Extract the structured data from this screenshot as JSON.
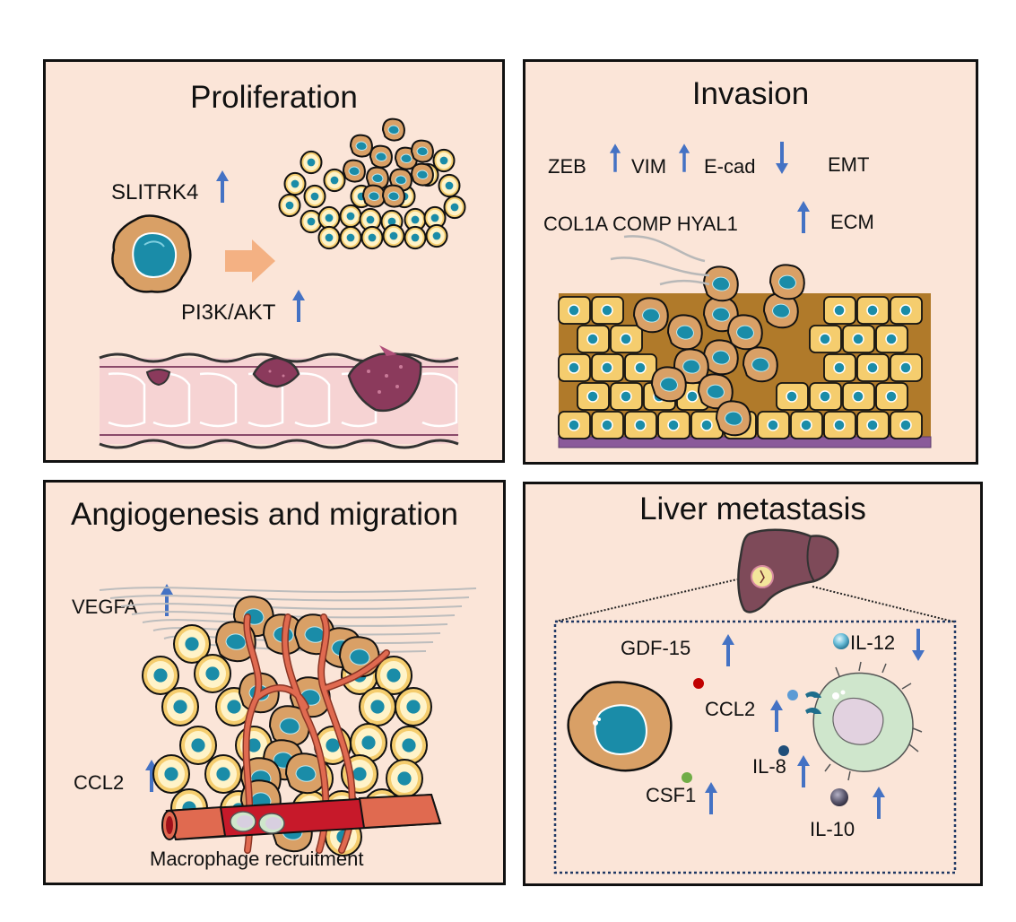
{
  "colors": {
    "panel_bg": "#fbe5d8",
    "border": "#111111",
    "arrow_blue": "#4472c4",
    "cancer_cell_body": "#d9a066",
    "nucleus": "#1a8ca8",
    "epithelial_cell": "#f5cd6e",
    "vessel": "#d9604a",
    "liver": "#7e4a59",
    "macrophage": "#cfe6cc"
  },
  "panels": {
    "proliferation": {
      "title": "Proliferation",
      "labels": [
        {
          "text": "SLITRK4",
          "direction": "up"
        },
        {
          "text": "PI3K/AKT",
          "direction": "up"
        }
      ],
      "illustrations": [
        "single-cancer-cell",
        "progression-arrow",
        "cell-cluster",
        "colon-polyp-progression"
      ]
    },
    "invasion": {
      "title": "Invasion",
      "rows": [
        {
          "items": [
            {
              "text": "ZEB",
              "direction": "up"
            },
            {
              "text": "VIM",
              "direction": "up"
            },
            {
              "text": "E-cad",
              "direction": "down"
            }
          ],
          "category": "EMT"
        },
        {
          "items": [
            {
              "text": "COL1A COMP HYAL1",
              "direction": "up"
            }
          ],
          "category": "ECM"
        }
      ],
      "illustrations": [
        "epithelial-layer-invasion",
        "basement-membrane"
      ]
    },
    "angiogenesis": {
      "title": "Angiogenesis and migration",
      "labels": [
        {
          "text": "VEGFA",
          "direction": "up"
        },
        {
          "text": "CCL2",
          "direction": "up"
        }
      ],
      "caption": "Macrophage recruitment",
      "illustrations": [
        "tumor-mass",
        "branching-vessels",
        "blood-vessel"
      ]
    },
    "liver": {
      "title": "Liver metastasis",
      "labels": [
        {
          "text": "GDF-15",
          "direction": "up"
        },
        {
          "text": "IL-12",
          "direction": "down"
        },
        {
          "text": "CCL2",
          "direction": "up"
        },
        {
          "text": "IL-8",
          "direction": "up"
        },
        {
          "text": "CSF1",
          "direction": "up"
        },
        {
          "text": "IL-10",
          "direction": "up"
        }
      ],
      "illustrations": [
        "liver",
        "cancer-cell",
        "macrophage",
        "cytokine-dots"
      ]
    }
  }
}
